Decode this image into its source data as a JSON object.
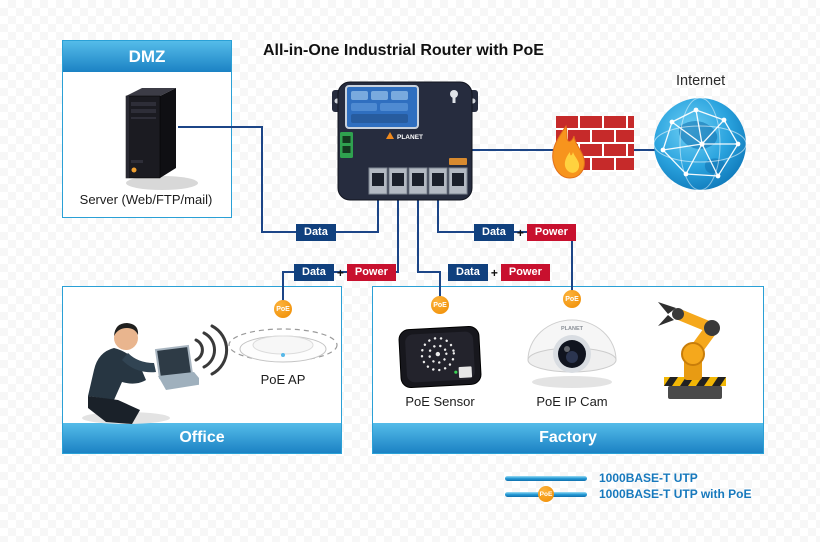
{
  "title": "All-in-One Industrial Router with PoE",
  "brand": "PLANET",
  "internet": {
    "label": "Internet"
  },
  "dmz": {
    "header": "DMZ",
    "server_label": "Server (Web/FTP/mail)"
  },
  "office": {
    "footer": "Office",
    "ap_label": "PoE AP"
  },
  "factory": {
    "footer": "Factory",
    "sensor_label": "PoE Sensor",
    "cam_label": "PoE IP Cam"
  },
  "badges": {
    "data": "Data",
    "power": "Power",
    "plus": "+",
    "poe": "PoE"
  },
  "legend": {
    "items": [
      {
        "label": "1000BASE-T UTP"
      },
      {
        "label": "1000BASE-T UTP with PoE"
      }
    ]
  },
  "colors": {
    "zone_blue_top": "#55bce9",
    "zone_blue_bottom": "#1b82c4",
    "data_badge_blue": "#10407e",
    "power_badge_red": "#c8102e",
    "poe_orange": "#f59a1b",
    "line_blue": "#1c4587",
    "legend_text_blue": "#1779bd"
  }
}
